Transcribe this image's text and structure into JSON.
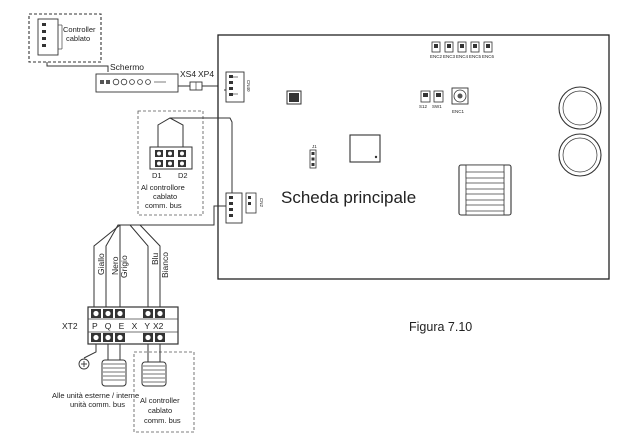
{
  "labels": {
    "controller_top": [
      "Controller",
      "cablato"
    ],
    "schermo": "Schermo",
    "xs4": "XS4",
    "xp4": "XP4",
    "cn_top": "CN40",
    "d1": "D1",
    "d2": "D2",
    "al_controllore": [
      "Al controllore",
      "cablato",
      "comm. bus"
    ],
    "j1": "J1",
    "cn_mid": "CN2",
    "scheda_principale": "Scheda principale",
    "enc1": "ENC1",
    "dip_labels": [
      "ENC2",
      "ENC3",
      "ENC4",
      "ENC5",
      "ENC6"
    ],
    "sw_labels": [
      "S12",
      "SW1"
    ],
    "wire_labels": [
      "Giallo",
      "Nero",
      "Grigio",
      "Blu",
      "Bianco"
    ],
    "xt2": "XT2",
    "terminals": "P Q E X Y",
    "x2": "X2",
    "alle_unita": [
      "Alle unità esterne / interne",
      "unità comm. bus"
    ],
    "al_controller_bottom": [
      "Al controller",
      "cablato",
      "comm. bus"
    ],
    "figura": "Figura 7.10"
  }
}
